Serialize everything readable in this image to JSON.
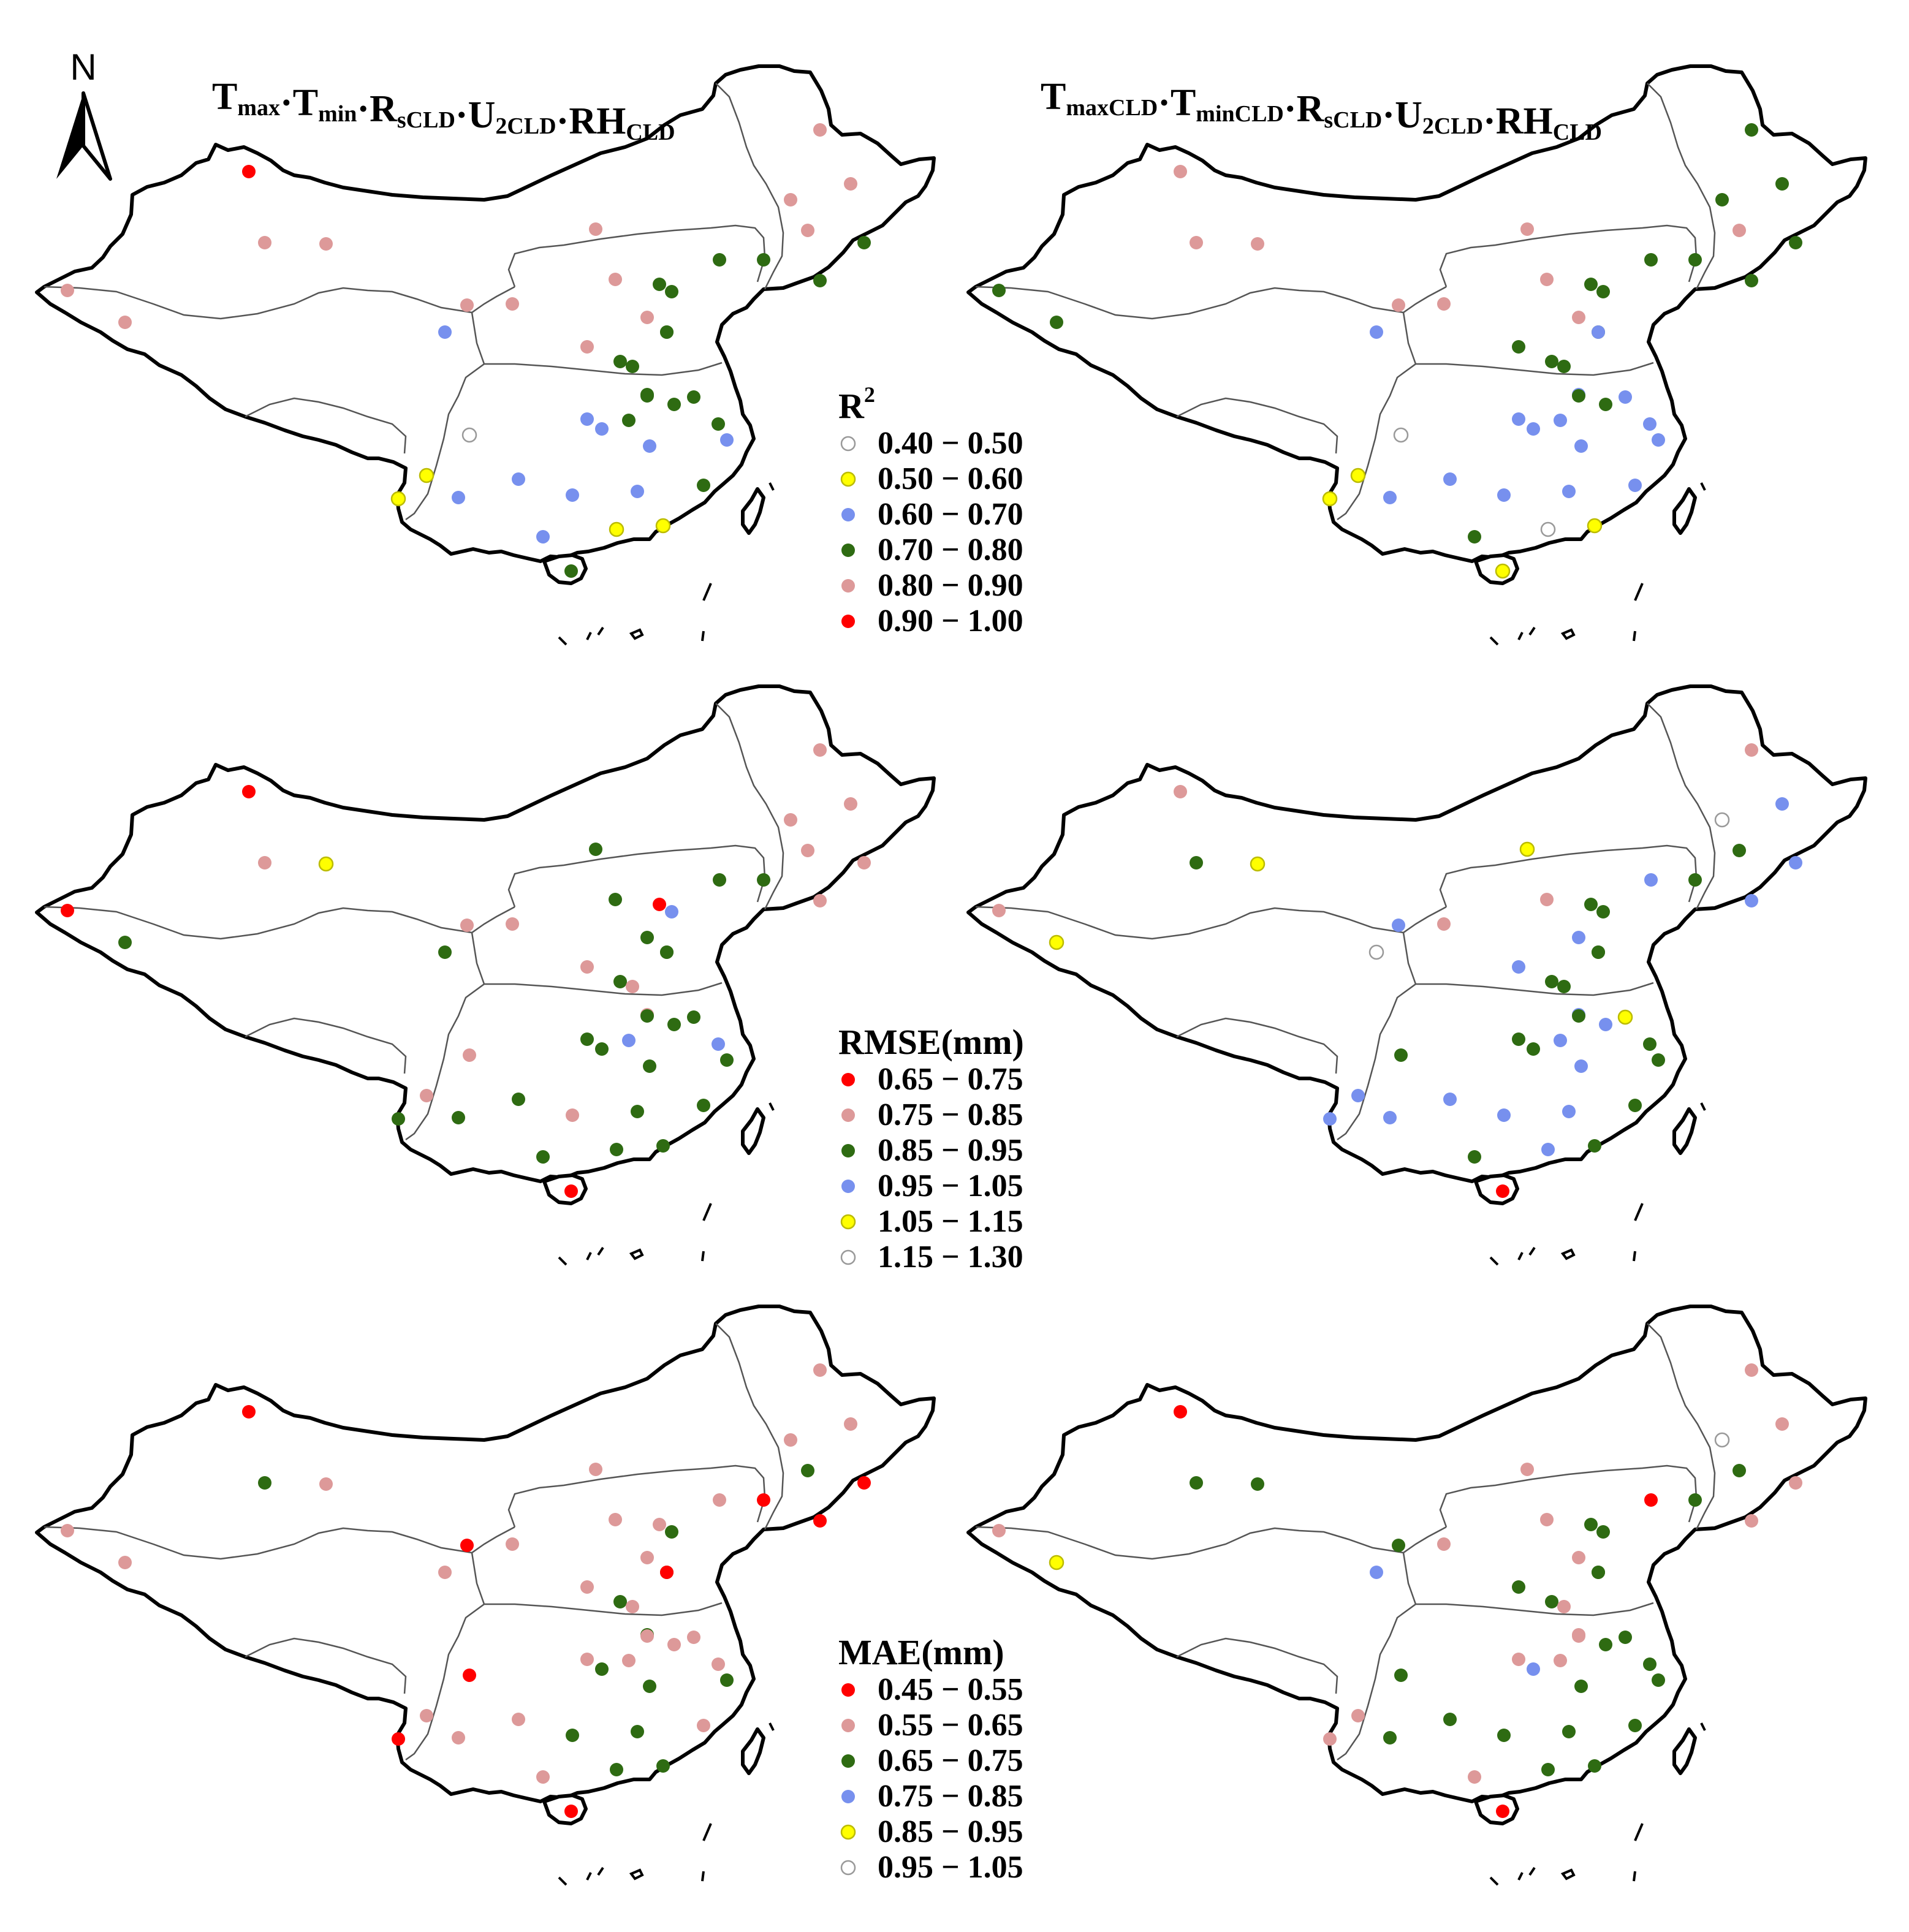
{
  "panel_titles": {
    "left": {
      "parts": [
        {
          "base": "T",
          "sub": "max"
        },
        {
          "base": "·"
        },
        {
          "base": "T",
          "sub": "min"
        },
        {
          "base": "·"
        },
        {
          "base": "R",
          "sub": "sCLD"
        },
        {
          "base": "·"
        },
        {
          "base": "U",
          "sub": "2CLD"
        },
        {
          "base": "·"
        },
        {
          "base": "RH",
          "sub": "CLD"
        }
      ]
    },
    "right": {
      "parts": [
        {
          "base": "T",
          "sub": "maxCLD"
        },
        {
          "base": "·"
        },
        {
          "base": "T",
          "sub": "minCLD"
        },
        {
          "base": "·"
        },
        {
          "base": "R",
          "sub": "sCLD"
        },
        {
          "base": "·"
        },
        {
          "base": "U",
          "sub": "2CLD"
        },
        {
          "base": "·"
        },
        {
          "base": "RH",
          "sub": "CLD"
        }
      ]
    }
  },
  "north_arrow": {
    "label": "N"
  },
  "colors": {
    "red": "#ff0000",
    "pink": "#dd9999",
    "green": "#2e6b12",
    "blue": "#7790ee",
    "yellow": "#ffff00",
    "white": "#ffffff"
  },
  "legends": [
    {
      "metric": "r2",
      "title": "R",
      "title_sup": "2",
      "classes": [
        {
          "label": "0.40 − 0.50",
          "color": "white"
        },
        {
          "label": "0.50 − 0.60",
          "color": "yellow"
        },
        {
          "label": "0.60 − 0.70",
          "color": "blue"
        },
        {
          "label": "0.70 − 0.80",
          "color": "green"
        },
        {
          "label": "0.80 − 0.90",
          "color": "pink"
        },
        {
          "label": "0.90 − 1.00",
          "color": "red"
        }
      ]
    },
    {
      "metric": "rmse",
      "title": "RMSE(mm)",
      "title_sup": "",
      "classes": [
        {
          "label": "0.65 − 0.75",
          "color": "red"
        },
        {
          "label": "0.75 − 0.85",
          "color": "pink"
        },
        {
          "label": "0.85 − 0.95",
          "color": "green"
        },
        {
          "label": "0.95 − 1.05",
          "color": "blue"
        },
        {
          "label": "1.05 − 1.15",
          "color": "yellow"
        },
        {
          "label": "1.15 − 1.30",
          "color": "white"
        }
      ]
    },
    {
      "metric": "mae",
      "title": "MAE(mm)",
      "title_sup": "",
      "classes": [
        {
          "label": "0.45 − 0.55",
          "color": "red"
        },
        {
          "label": "0.55 − 0.65",
          "color": "pink"
        },
        {
          "label": "0.65 − 0.75",
          "color": "green"
        },
        {
          "label": "0.75 − 0.85",
          "color": "blue"
        },
        {
          "label": "0.85 − 0.95",
          "color": "yellow"
        },
        {
          "label": "0.95 − 1.05",
          "color": "white"
        }
      ]
    }
  ],
  "station_classes": {
    "r2_left": [
      "red",
      "pink",
      "pink",
      "pink",
      "pink",
      "pink",
      "pink",
      "pink",
      "green",
      "green",
      "pink",
      "pink",
      "pink",
      "pink",
      "pink",
      "blue",
      "pink",
      "green",
      "green",
      "green",
      "green",
      "white",
      "yellow",
      "yellow",
      "blue",
      "blue",
      "blue",
      "blue",
      "blue",
      "yellow",
      "yellow",
      "green",
      "green",
      "green",
      "green",
      "green",
      "green",
      "blue",
      "blue",
      "blue",
      "green",
      "green",
      "pink",
      "green",
      "green",
      "green",
      "blue",
      "green"
    ],
    "r2_right": [
      "pink",
      "pink",
      "pink",
      "pink",
      "pink",
      "pink",
      "pink",
      "pink",
      "green",
      "green",
      "pink",
      "green",
      "green",
      "green",
      "green",
      "blue",
      "green",
      "green",
      "green",
      "green",
      "green",
      "white",
      "yellow",
      "yellow",
      "blue",
      "blue",
      "blue",
      "blue",
      "blue",
      "white",
      "yellow",
      "blue",
      "blue",
      "blue",
      "green",
      "blue",
      "blue",
      "blue",
      "blue",
      "blue",
      "green",
      "green",
      "green",
      "green",
      "green",
      "blue",
      "green",
      "yellow"
    ],
    "rmse_left": [
      "red",
      "pink",
      "yellow",
      "green",
      "green",
      "pink",
      "pink",
      "green",
      "green",
      "green",
      "pink",
      "pink",
      "pink",
      "pink",
      "red",
      "green",
      "green",
      "red",
      "blue",
      "green",
      "green",
      "pink",
      "pink",
      "green",
      "green",
      "green",
      "pink",
      "green",
      "green",
      "green",
      "green",
      "green",
      "blue",
      "green",
      "green",
      "pink",
      "blue",
      "green",
      "green",
      "green",
      "pink",
      "pink",
      "pink",
      "pink",
      "green",
      "green",
      "green",
      "red"
    ],
    "rmse_right": [
      "pink",
      "green",
      "yellow",
      "yellow",
      "pink",
      "pink",
      "blue",
      "blue",
      "blue",
      "green",
      "green",
      "white",
      "pink",
      "blue",
      "pink",
      "white",
      "yellow",
      "green",
      "green",
      "green",
      "green",
      "green",
      "blue",
      "blue",
      "blue",
      "blue",
      "blue",
      "blue",
      "blue",
      "blue",
      "green",
      "green",
      "green",
      "yellow",
      "blue",
      "blue",
      "blue",
      "green",
      "green",
      "green",
      "blue",
      "blue",
      "blue",
      "green",
      "green",
      "green",
      "green",
      "red"
    ],
    "mae_left": [
      "red",
      "green",
      "pink",
      "pink",
      "pink",
      "pink",
      "red",
      "pink",
      "pink",
      "red",
      "green",
      "pink",
      "pink",
      "pink",
      "pink",
      "pink",
      "pink",
      "pink",
      "green",
      "green",
      "green",
      "red",
      "pink",
      "red",
      "pink",
      "pink",
      "green",
      "green",
      "green",
      "green",
      "green",
      "pink",
      "pink",
      "pink",
      "pink",
      "green",
      "pink",
      "pink",
      "green",
      "green",
      "red",
      "red",
      "pink",
      "pink",
      "pink",
      "red",
      "pink",
      "red"
    ],
    "mae_right": [
      "red",
      "green",
      "green",
      "pink",
      "pink",
      "pink",
      "green",
      "pink",
      "red",
      "green",
      "green",
      "white",
      "pink",
      "pink",
      "pink",
      "blue",
      "yellow",
      "green",
      "green",
      "green",
      "green",
      "green",
      "pink",
      "pink",
      "green",
      "green",
      "green",
      "green",
      "green",
      "green",
      "green",
      "green",
      "green",
      "green",
      "green",
      "pink",
      "pink",
      "pink",
      "blue",
      "green",
      "pink",
      "pink",
      "green",
      "pink",
      "pink",
      "green",
      "pink",
      "red"
    ]
  }
}
